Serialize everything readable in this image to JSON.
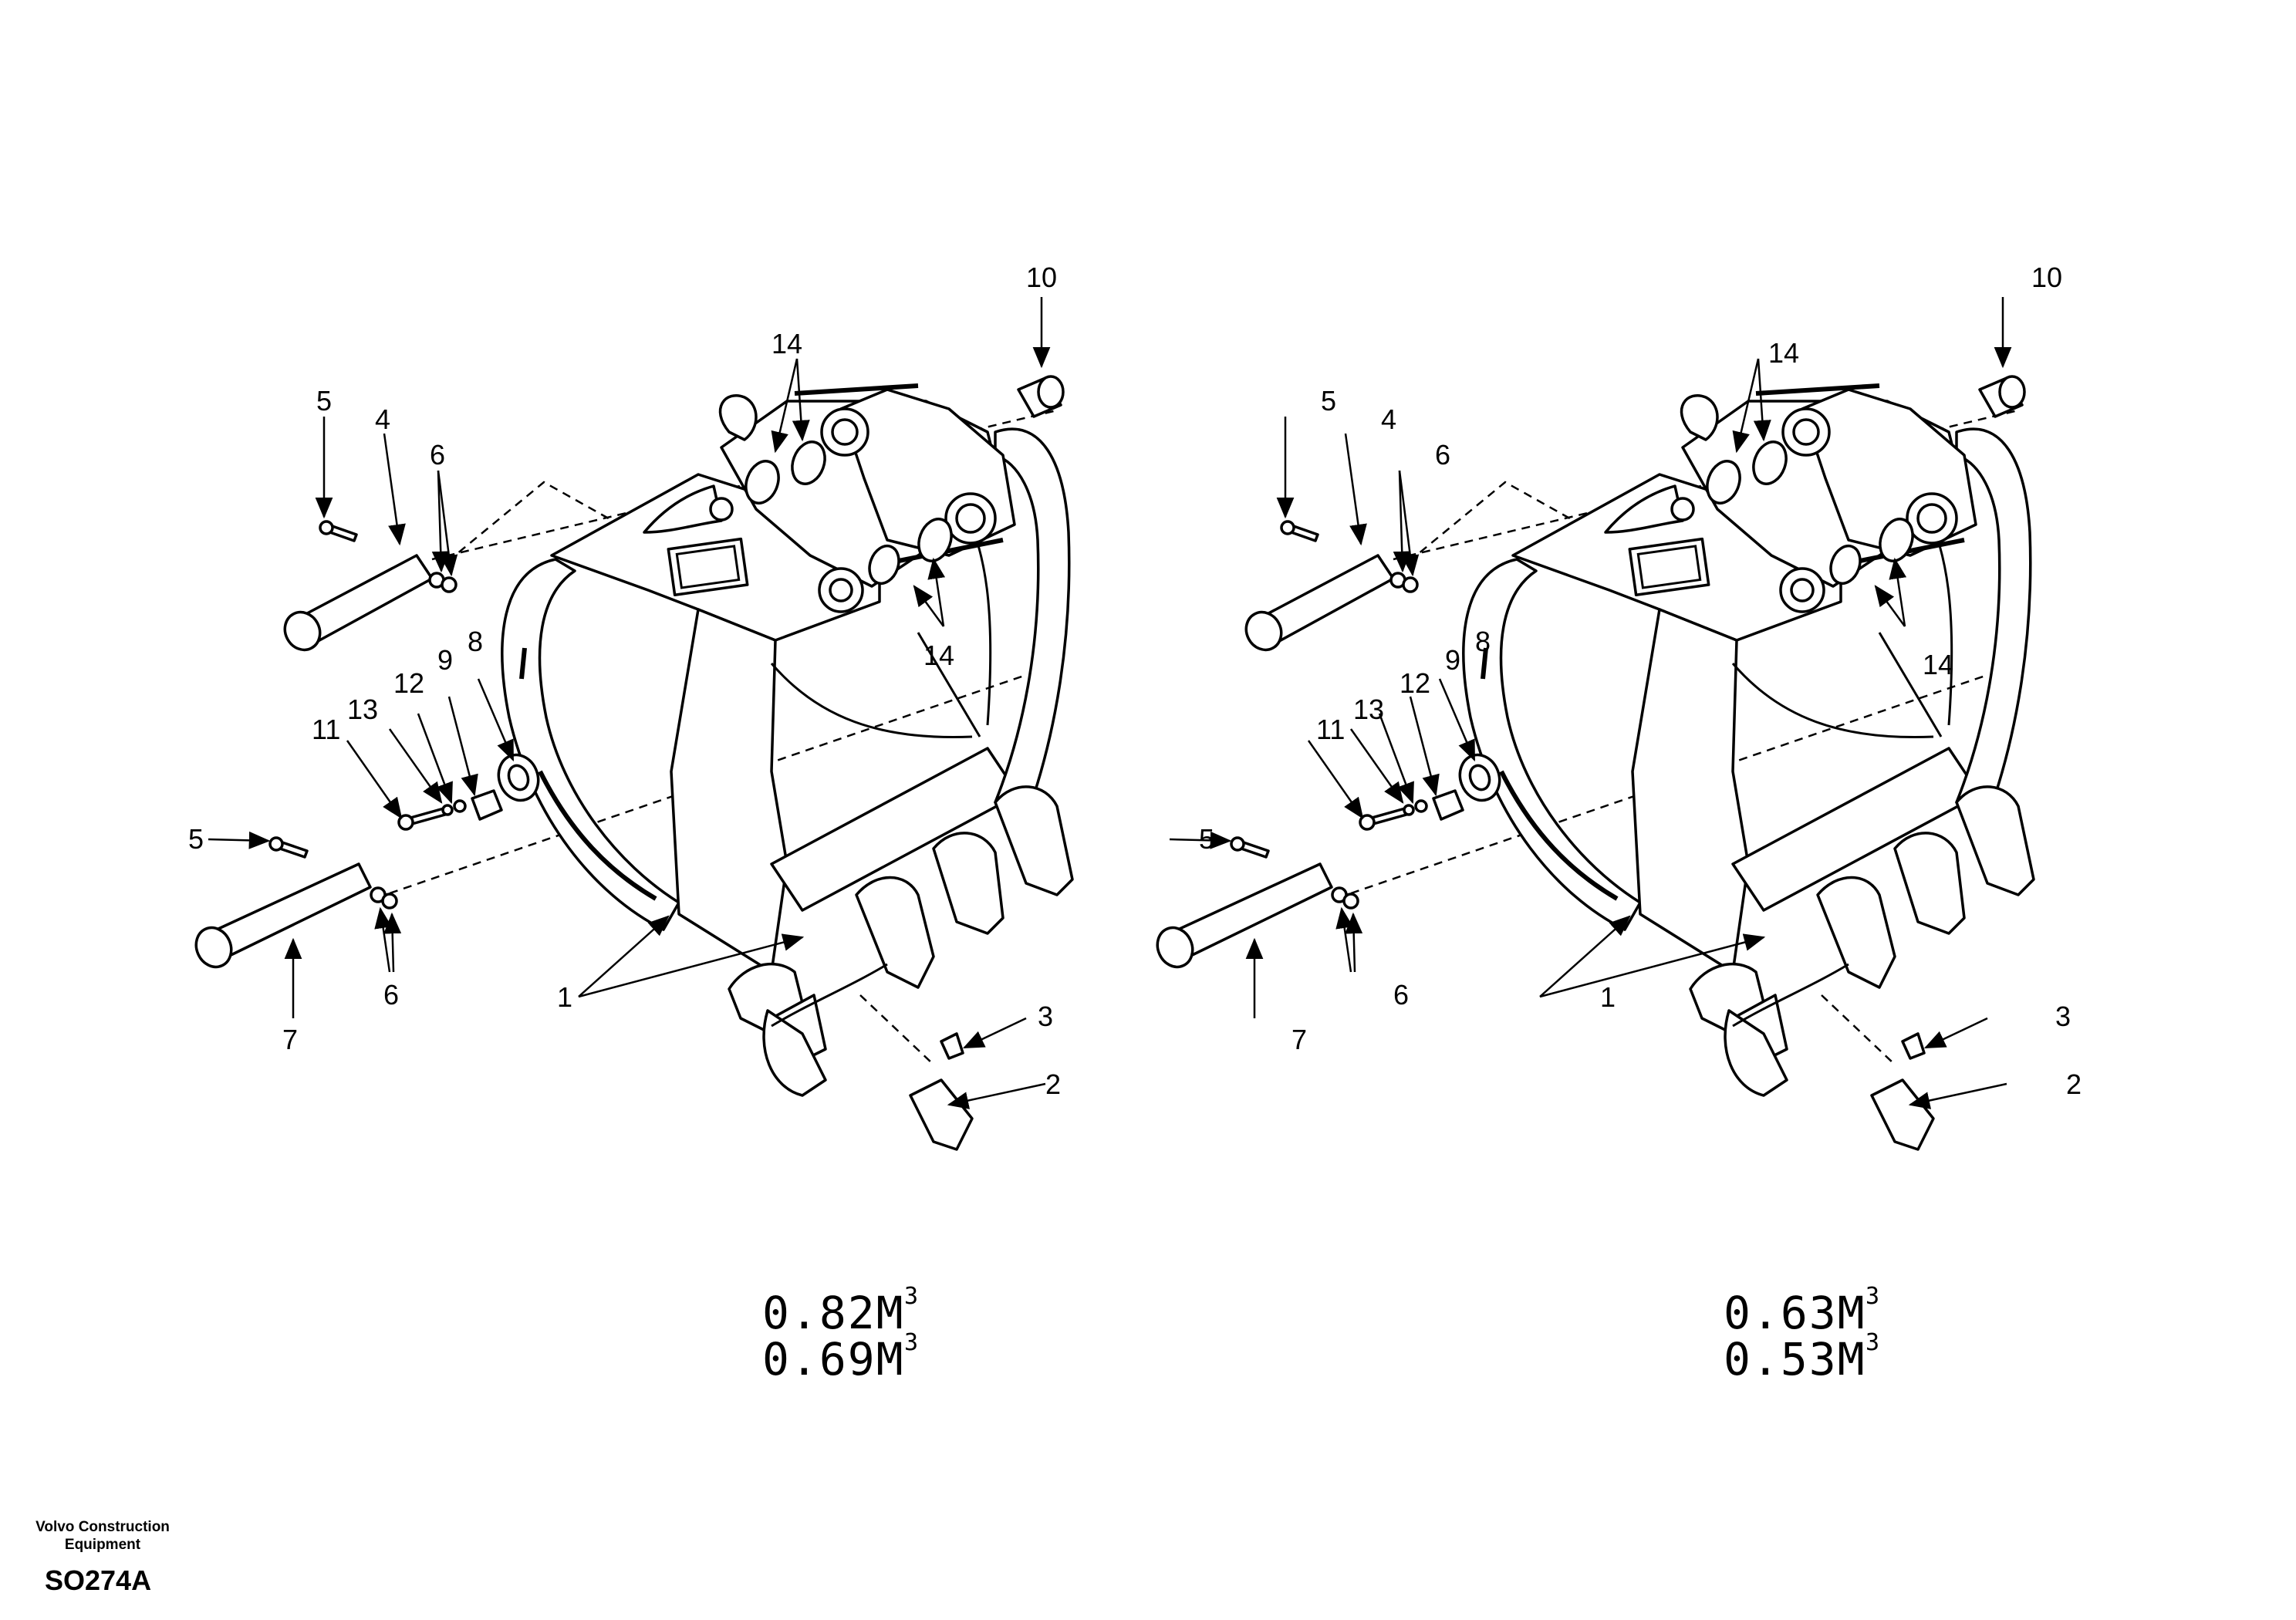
{
  "footer": {
    "company": "Volvo Construction Equipment",
    "drawing_code": "SO274A"
  },
  "views": [
    {
      "capacity_lines": [
        {
          "value": "0.82M",
          "unit_power": "3"
        },
        {
          "value": "0.69M",
          "unit_power": "3"
        }
      ]
    },
    {
      "capacity_lines": [
        {
          "value": "0.63M",
          "unit_power": "3"
        },
        {
          "value": "0.53M",
          "unit_power": "3"
        }
      ]
    }
  ],
  "callouts": {
    "c1": "1",
    "c2": "2",
    "c3": "3",
    "c4": "4",
    "c5": "5",
    "c6": "6",
    "c7": "7",
    "c8": "8",
    "c9": "9",
    "c10": "10",
    "c11": "11",
    "c12": "12",
    "c13": "13",
    "c14": "14"
  }
}
